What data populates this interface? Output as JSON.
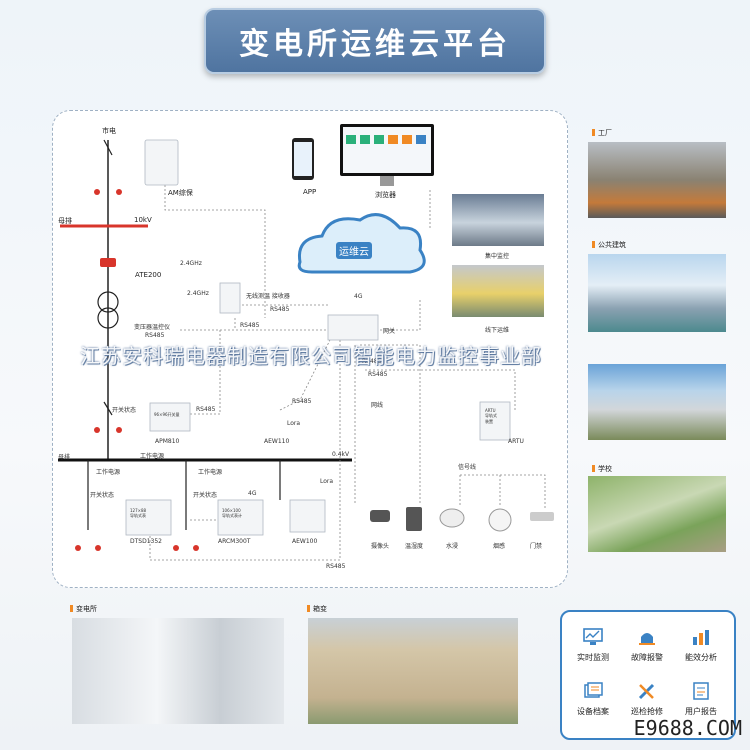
{
  "title": "变电所运维云平台",
  "watermark": "江苏安科瑞电器制造有限公司智能电力监控事业部",
  "footer": "E9688.COM",
  "diagram": {
    "shidian": "市电",
    "am_baohu": "AM综保",
    "muxian_top": "母排",
    "kv10": "10kV",
    "ate200": "ATE200",
    "ghz1": "2.4GHz",
    "ghz2": "2.4GHz",
    "wireless_recv": "无线测温\n接收器",
    "rs485_a": "RS485",
    "rs485_b": "RS485",
    "rs485_c": "RS485",
    "rs485_d": "RS485",
    "rs485_e": "RS485",
    "rs485_f": "RS485",
    "rs485_g": "RS485",
    "rs485_h": "RS485",
    "transformer_ctrl": "变压器温控仪",
    "app": "APP",
    "browser": "浏览器",
    "cloud": "运维云",
    "g4_a": "4G",
    "g4_b": "4G",
    "gateway": "网关",
    "wangxian": "网线",
    "lora_a": "Lora",
    "lora_b": "Lora",
    "switch_state_a": "开关状态",
    "switch_state_b": "开关状态",
    "switch_state_c": "开关状态",
    "apm810": "APM810",
    "aew110": "AEW110",
    "artu": "ARTU",
    "kv04": "0.4kV",
    "muxian_bottom": "母排",
    "work_power_a": "工作电源",
    "work_power_b": "工作电源",
    "work_power_c": "工作电源",
    "signal_line": "信号线",
    "dtsd1352": "DTSD1352",
    "arcm300t": "ARCM300T",
    "aew100": "AEW100",
    "sensors": [
      "摄像头",
      "温湿度",
      "水浸",
      "烟感",
      "门禁"
    ],
    "meter_small_a": "96×96开关量",
    "meter_small_b": "127×88\n导轨式表",
    "meter_small_c": "106×100\n导轨式表计",
    "artu_label": "ARTU\n导轨式\n装置"
  },
  "side_panels": {
    "center_monitor": "集中监控",
    "offline_ops": "线下运维",
    "factory": "工厂",
    "public_building": "公共建筑",
    "school": "学校",
    "substation": "变电所",
    "box_transformer": "箱变"
  },
  "features": [
    "实时监测",
    "故障报警",
    "能效分析",
    "设备档案",
    "巡检抢修",
    "用户报告"
  ],
  "colors": {
    "accent": "#3a82c4",
    "banner": "#5a7fab",
    "orange": "#f08a24",
    "red": "#d8352b"
  }
}
